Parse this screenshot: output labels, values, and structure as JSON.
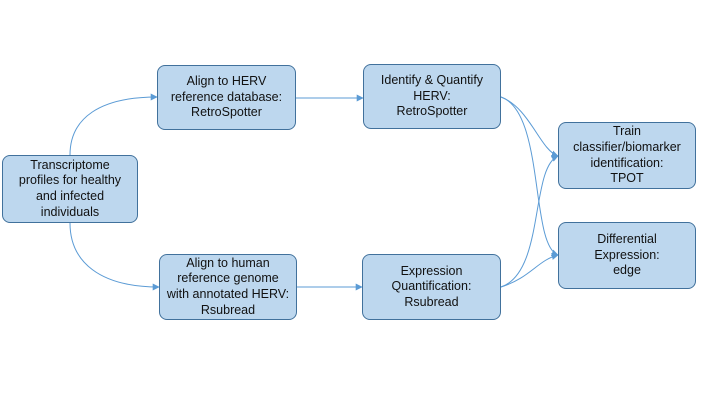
{
  "colors": {
    "node_fill": "#bdd7ee",
    "node_border": "#41719c",
    "connector": "#5b9bd5"
  },
  "nodes": {
    "transcriptome": "Transcriptome\nprofiles for healthy\nand infected\nindividuals",
    "align_herv": "Align to HERV\nreference database:\nRetroSpotter",
    "identify": "Identify & Quantify\nHERV:\nRetroSpotter",
    "align_human": "Align to human\nreference genome\nwith annotated HERV:\nRsubread",
    "expression": "Expression\nQuantification:\nRsubread",
    "train": "Train\nclassifier/biomarker\nidentification:\nTPOT",
    "differential": "Differential\nExpression:\nedge"
  }
}
